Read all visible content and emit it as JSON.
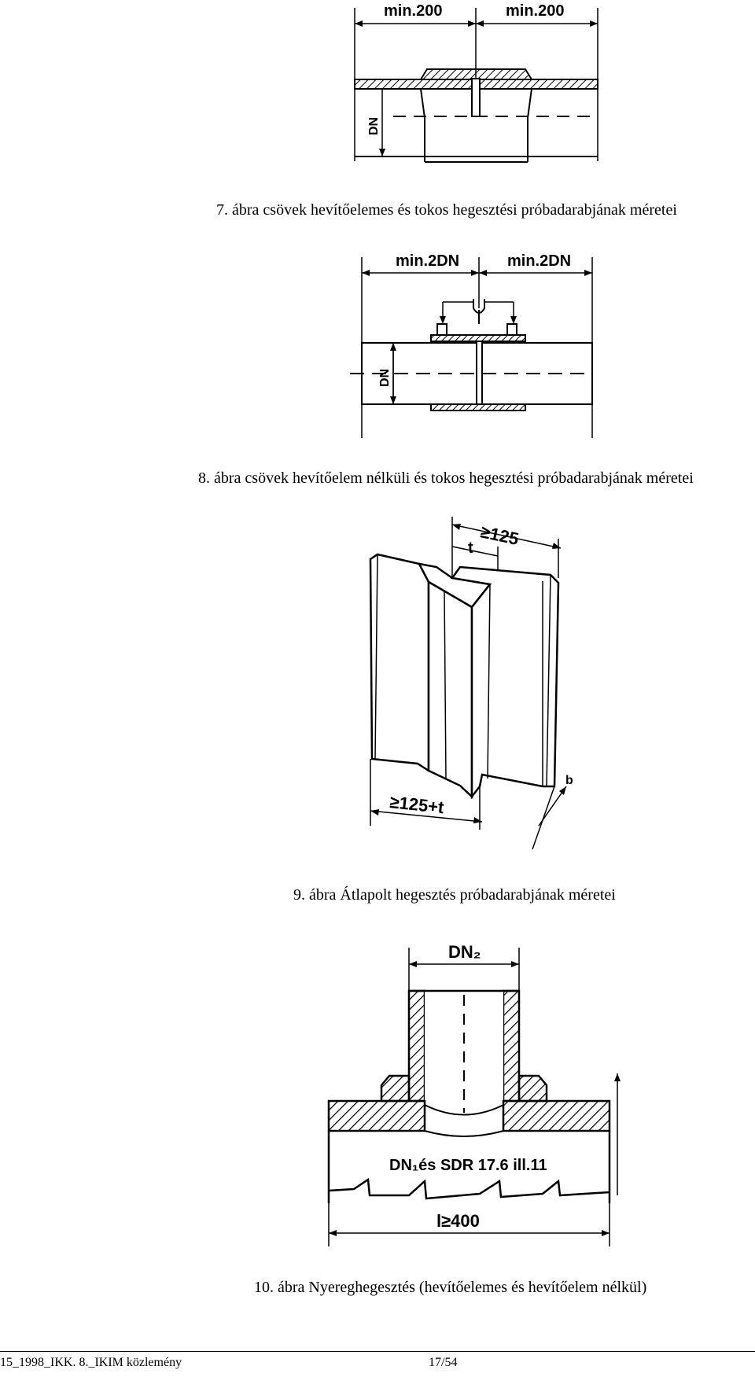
{
  "figures": [
    {
      "id": "fig7",
      "caption": "7. ábra csövek hevítőelemes és tokos hegesztési próbadarabjának méretei",
      "labels": {
        "dim_left": "min.200",
        "dim_right": "min.200",
        "dn": "DN"
      }
    },
    {
      "id": "fig8",
      "caption": "8. ábra csövek hevítőelem nélküli és tokos hegesztési próbadarabjának méretei",
      "labels": {
        "dim_left": "min.2DN",
        "dim_right": "min.2DN",
        "dn": "DN"
      }
    },
    {
      "id": "fig9",
      "caption": "9. ábra Átlapolt hegesztés próbadarabjának méretei",
      "labels": {
        "dim_top": "≥125",
        "thickness": "t",
        "dim_bottom": "≥125+t",
        "width": "b"
      }
    },
    {
      "id": "fig10",
      "caption": "10. ábra Nyereghegesztés (hevítőelemes és hevítőelem nélkül)",
      "labels": {
        "dn2": "DN₂",
        "pipe": "DN₁és SDR 17.6 ill.11",
        "length": "l≥400"
      }
    }
  ],
  "footer": {
    "left": "15_1998_IKK. 8._IKIM közlemény",
    "page": "17/54"
  }
}
